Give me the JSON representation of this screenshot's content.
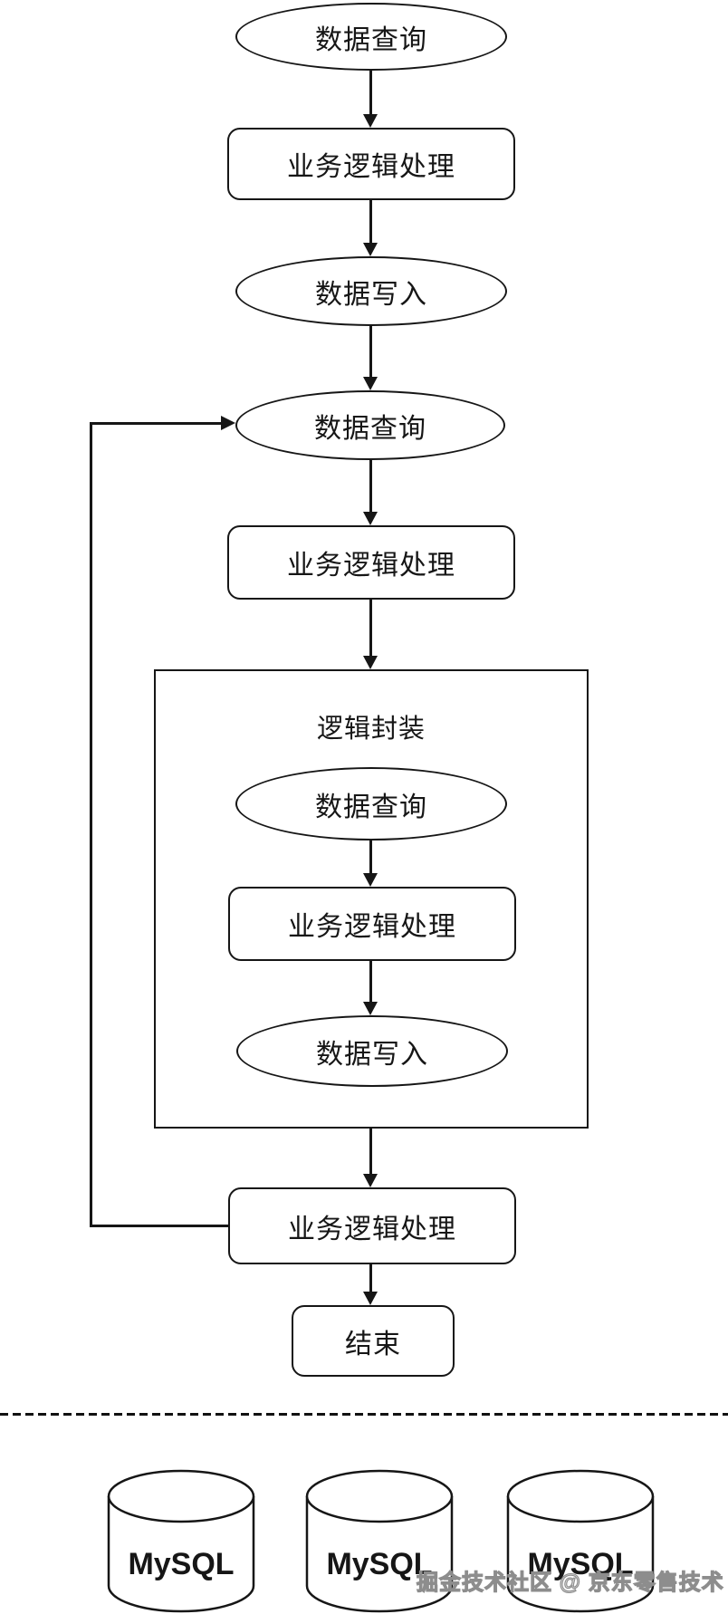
{
  "diagram": {
    "nodes": [
      {
        "id": "query1",
        "shape": "ellipse",
        "label": "数据查询"
      },
      {
        "id": "logic1",
        "shape": "rounded-rect",
        "label": "业务逻辑处理"
      },
      {
        "id": "write1",
        "shape": "ellipse",
        "label": "数据写入"
      },
      {
        "id": "query2",
        "shape": "ellipse",
        "label": "数据查询"
      },
      {
        "id": "logic2",
        "shape": "rounded-rect",
        "label": "业务逻辑处理"
      },
      {
        "id": "group",
        "shape": "group-box",
        "label": "逻辑封装"
      },
      {
        "id": "query3",
        "shape": "ellipse",
        "label": "数据查询"
      },
      {
        "id": "logic3",
        "shape": "rounded-rect",
        "label": "业务逻辑处理"
      },
      {
        "id": "write2",
        "shape": "ellipse",
        "label": "数据写入"
      },
      {
        "id": "logic4",
        "shape": "rounded-rect",
        "label": "业务逻辑处理"
      },
      {
        "id": "end",
        "shape": "rounded-rect",
        "label": "结束"
      }
    ],
    "databases": [
      {
        "label": "MySQL"
      },
      {
        "label": "MySQL"
      },
      {
        "label": "MySQL"
      }
    ],
    "watermark": "掘金技术社区 @ 京东零售技术",
    "colors": {
      "stroke": "#161616",
      "text": "#161616",
      "background": "#ffffff",
      "watermark_fill": "#dcdcdc",
      "watermark_outline": "#8d8d8d"
    }
  }
}
